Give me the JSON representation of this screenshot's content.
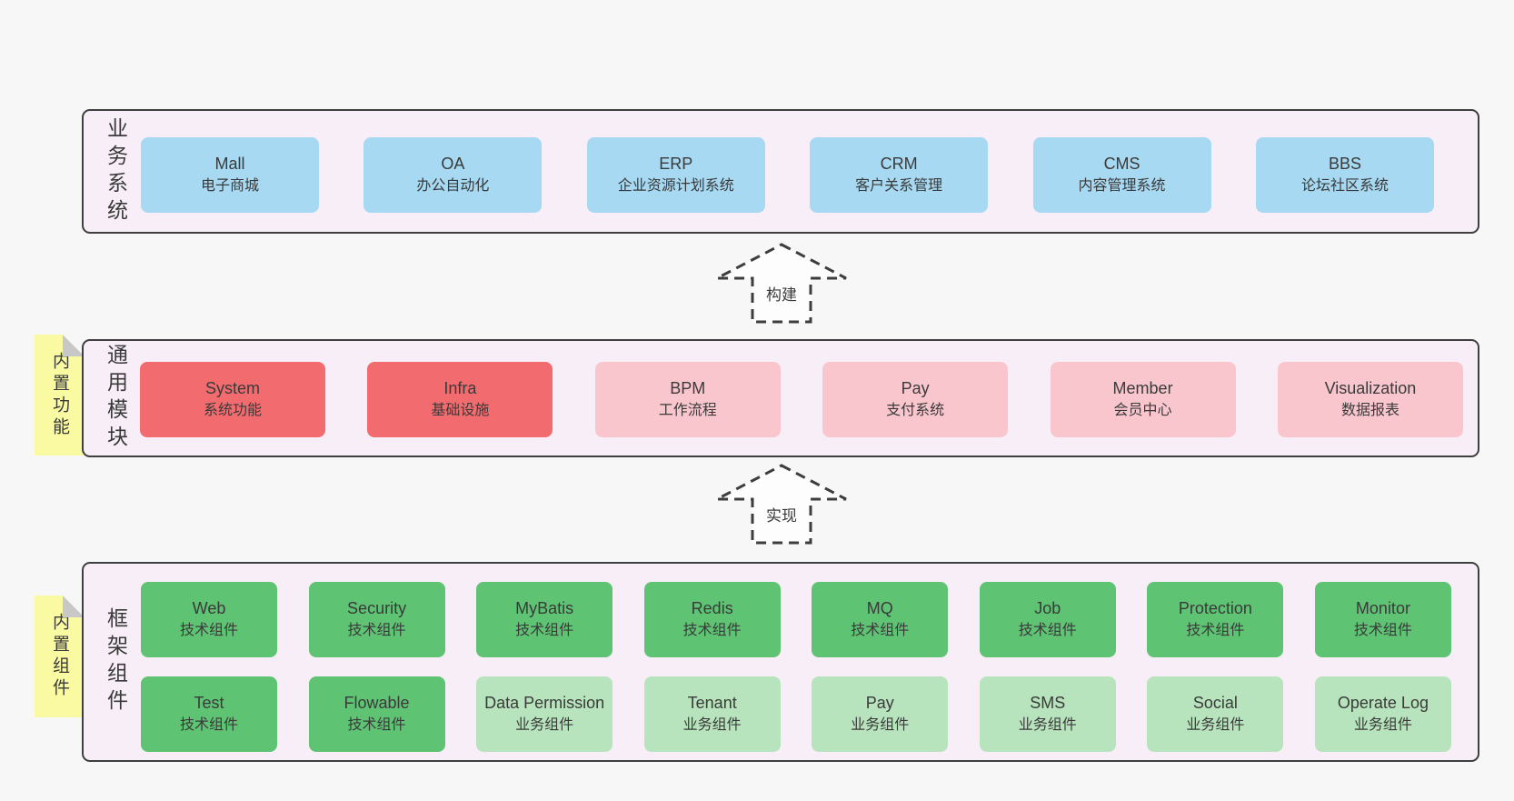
{
  "colors": {
    "pageBg": "#f7f7f7",
    "panelBg": "#f8eef7",
    "panelBorder": "#3f3f3f",
    "text": "#3a3a3a",
    "blue": "#a7d9f2",
    "red": "#f26b6e",
    "pink": "#f9c6ce",
    "green": "#5fc374",
    "lightGreen": "#b7e4bc",
    "yellow": "#fafaa3",
    "fold": "#c8c8c8",
    "dash": "#3d3d3d"
  },
  "sections": {
    "business": {
      "label": "业务系统",
      "boxes": [
        {
          "title": "Mall",
          "subtitle": "电子商城"
        },
        {
          "title": "OA",
          "subtitle": "办公自动化"
        },
        {
          "title": "ERP",
          "subtitle": "企业资源计划系统"
        },
        {
          "title": "CRM",
          "subtitle": "客户关系管理"
        },
        {
          "title": "CMS",
          "subtitle": "内容管理系统"
        },
        {
          "title": "BBS",
          "subtitle": "论坛社区系统"
        }
      ]
    },
    "modules": {
      "label": "通用模块",
      "tab": "内置功能",
      "boxes": [
        {
          "title": "System",
          "subtitle": "系统功能"
        },
        {
          "title": "Infra",
          "subtitle": "基础设施"
        },
        {
          "title": "BPM",
          "subtitle": "工作流程"
        },
        {
          "title": "Pay",
          "subtitle": "支付系统"
        },
        {
          "title": "Member",
          "subtitle": "会员中心"
        },
        {
          "title": "Visualization",
          "subtitle": "数据报表"
        }
      ]
    },
    "components": {
      "label": "框架组件",
      "tab": "内置组件",
      "rows": [
        [
          {
            "title": "Web",
            "subtitle": "技术组件"
          },
          {
            "title": "Security",
            "subtitle": "技术组件"
          },
          {
            "title": "MyBatis",
            "subtitle": "技术组件"
          },
          {
            "title": "Redis",
            "subtitle": "技术组件"
          },
          {
            "title": "MQ",
            "subtitle": "技术组件"
          },
          {
            "title": "Job",
            "subtitle": "技术组件"
          },
          {
            "title": "Protection",
            "subtitle": "技术组件"
          },
          {
            "title": "Monitor",
            "subtitle": "技术组件"
          }
        ],
        [
          {
            "title": "Test",
            "subtitle": "技术组件"
          },
          {
            "title": "Flowable",
            "subtitle": "技术组件"
          },
          {
            "title": "Data Permission",
            "subtitle": "业务组件"
          },
          {
            "title": "Tenant",
            "subtitle": "业务组件"
          },
          {
            "title": "Pay",
            "subtitle": "业务组件"
          },
          {
            "title": "SMS",
            "subtitle": "业务组件"
          },
          {
            "title": "Social",
            "subtitle": "业务组件"
          },
          {
            "title": "Operate Log",
            "subtitle": "业务组件"
          }
        ]
      ]
    }
  },
  "arrows": {
    "build": "构建",
    "implement": "实现"
  }
}
